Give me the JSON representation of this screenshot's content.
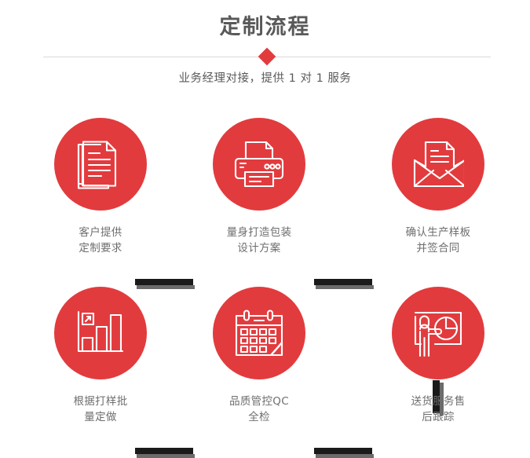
{
  "header": {
    "title": "定制流程",
    "subtitle": "业务经理对接，提供 1 对 1 服务",
    "divider_icon": "diamond-marker"
  },
  "colors": {
    "accent_red": "#e23b3e",
    "title_gray": "#595959",
    "label_gray": "#6e6e6e",
    "divider_gray": "#d9d9d9",
    "connector_dark": "#1a1a1a",
    "connector_shadow": "#6b6b6b"
  },
  "steps": [
    {
      "index": "1",
      "icon": "documents-stack-icon",
      "label": "客户提供\n定制要求"
    },
    {
      "index": "2",
      "icon": "printer-icon",
      "label": "量身打造包装\n设计方案"
    },
    {
      "index": "3",
      "icon": "envelope-document-icon",
      "label": "确认生产样板\n并签合同"
    },
    {
      "index": "4",
      "icon": "bar-chart-growth-icon",
      "label": "根据打样批\n量定做"
    },
    {
      "index": "5",
      "icon": "calendar-icon",
      "label": "品质管控QC\n全检"
    },
    {
      "index": "6",
      "icon": "presenter-pie-chart-icon",
      "label": "送货服务售\n后跟踪"
    }
  ],
  "connectors": [
    {
      "name": "connector-step1-step2",
      "orientation": "horizontal"
    },
    {
      "name": "connector-step2-step3",
      "orientation": "horizontal"
    },
    {
      "name": "connector-step3-step6",
      "orientation": "vertical"
    },
    {
      "name": "connector-step4-step5",
      "orientation": "horizontal"
    },
    {
      "name": "connector-step5-step6",
      "orientation": "horizontal"
    }
  ]
}
